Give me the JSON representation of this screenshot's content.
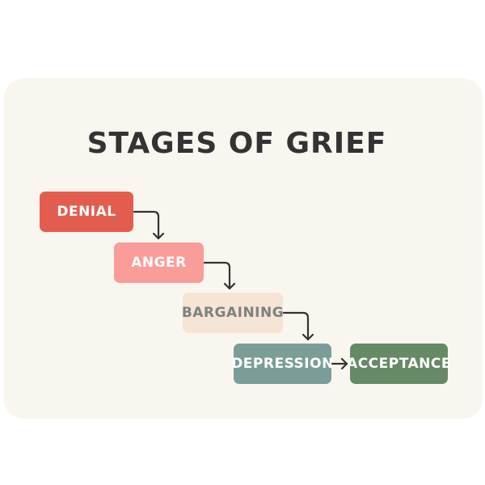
{
  "title": "STAGES OF GRIEF",
  "stages": [
    {
      "label": "DENIAL",
      "color": "#e35d4f",
      "text_color": "#ffffff"
    },
    {
      "label": "ANGER",
      "color": "#fa9c98",
      "text_color": "#ffffff"
    },
    {
      "label": "BARGAINING",
      "color": "#f6e4d4",
      "text_color": "#7b8282"
    },
    {
      "label": "DEPRESSION",
      "color": "#7a9e97",
      "text_color": "#ffffff"
    },
    {
      "label": "ACCEPTANCE",
      "color": "#668a66",
      "text_color": "#ffffff"
    }
  ]
}
